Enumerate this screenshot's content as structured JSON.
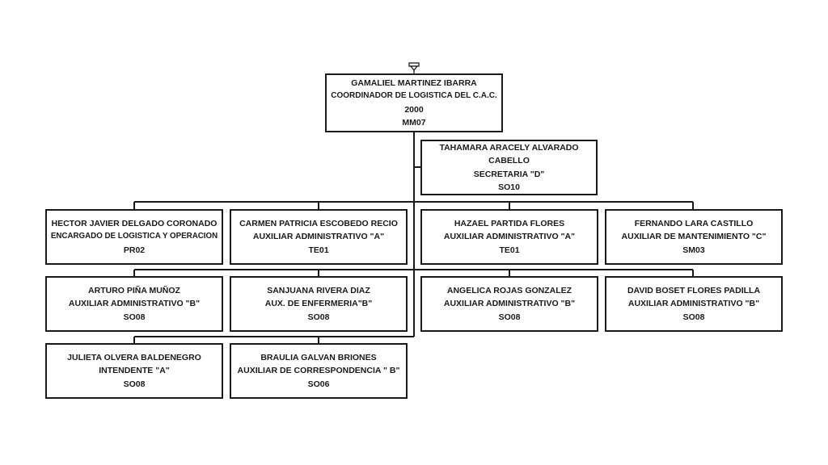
{
  "colors": {
    "line": "#1a1a1a",
    "box_border": "#1a1a1a",
    "background": "#ffffff"
  },
  "top_icon": "connector-icon",
  "head": {
    "name": "GAMALIEL MARTINEZ IBARRA",
    "title": "COORDINADOR DE LOGISTICA DEL C.A.C.",
    "number": "2000",
    "code": "MM07"
  },
  "assistant": {
    "name_line1": "TAHAMARA ARACELY ALVARADO",
    "name_line2": "CABELLO",
    "title": "SECRETARIA \"D\"",
    "code": "SO10"
  },
  "staff": [
    {
      "name": "HECTOR JAVIER DELGADO CORONADO",
      "title": "ENCARGADO DE LOGISTICA Y OPERACION",
      "code": "PR02"
    },
    {
      "name": "CARMEN PATRICIA ESCOBEDO RECIO",
      "title": "AUXILIAR ADMINISTRATIVO \"A\"",
      "code": "TE01"
    },
    {
      "name": "HAZAEL PARTIDA FLORES",
      "title": "AUXILIAR ADMINISTRATIVO \"A\"",
      "code": "TE01"
    },
    {
      "name": "FERNANDO LARA CASTILLO",
      "title": "AUXILIAR DE MANTENIMIENTO \"C\"",
      "code": "SM03"
    },
    {
      "name": "ARTURO PIÑA MUÑOZ",
      "title": "AUXILIAR ADMINISTRATIVO \"B\"",
      "code": "SO08"
    },
    {
      "name": "SANJUANA RIVERA DIAZ",
      "title": "AUX. DE ENFERMERIA\"B\"",
      "code": "SO08"
    },
    {
      "name": "ANGELICA ROJAS GONZALEZ",
      "title": "AUXILIAR ADMINISTRATIVO \"B\"",
      "code": "SO08"
    },
    {
      "name": "DAVID BOSET FLORES PADILLA",
      "title": "AUXILIAR ADMINISTRATIVO \"B\"",
      "code": "SO08"
    },
    {
      "name": "JULIETA OLVERA BALDENEGRO",
      "title": "INTENDENTE \"A\"",
      "code": "SO08"
    },
    {
      "name": "BRAULIA GALVAN BRIONES",
      "title": "AUXILIAR DE CORRESPONDENCIA \" B\"",
      "code": "SO06"
    }
  ]
}
